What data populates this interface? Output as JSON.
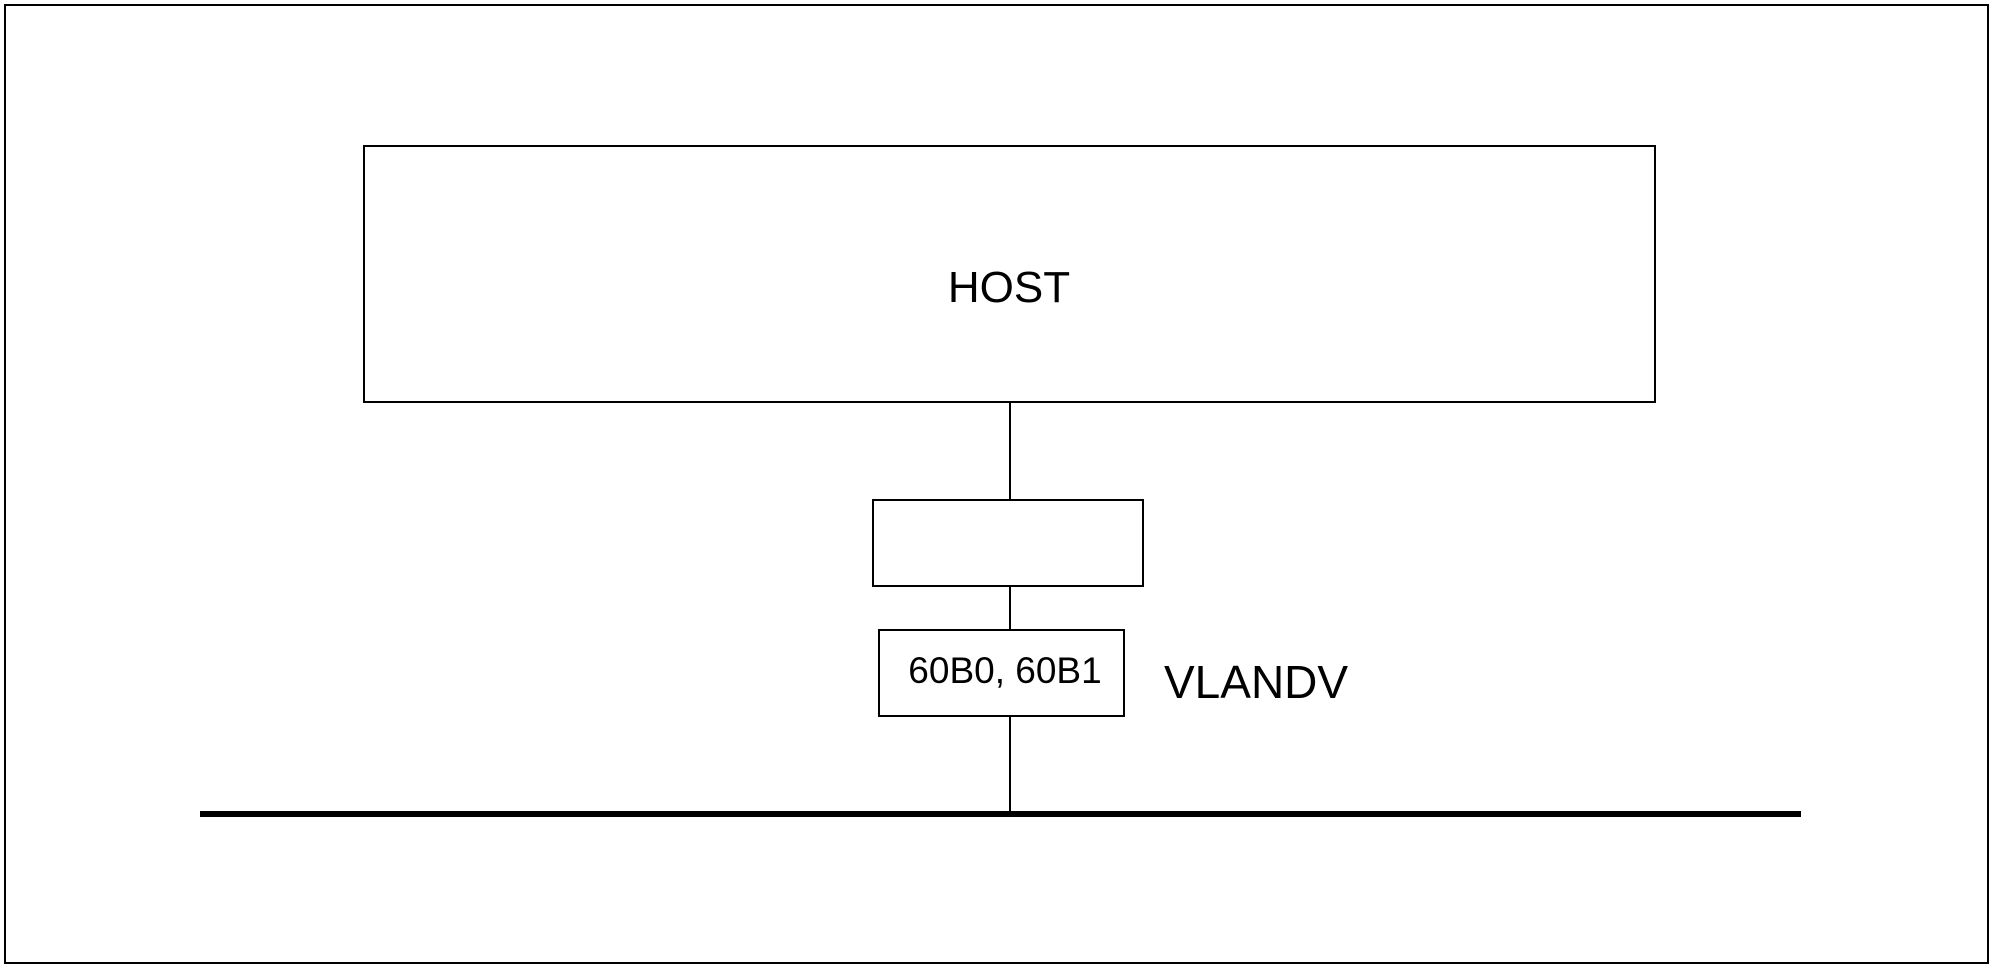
{
  "diagram": {
    "host": {
      "label": "HOST"
    },
    "adapter": {
      "label": ""
    },
    "device": {
      "label": "60B0, 60B1"
    },
    "device_name": {
      "label": "VLANDV"
    }
  },
  "colors": {
    "stroke": "#000000",
    "background": "#ffffff"
  }
}
